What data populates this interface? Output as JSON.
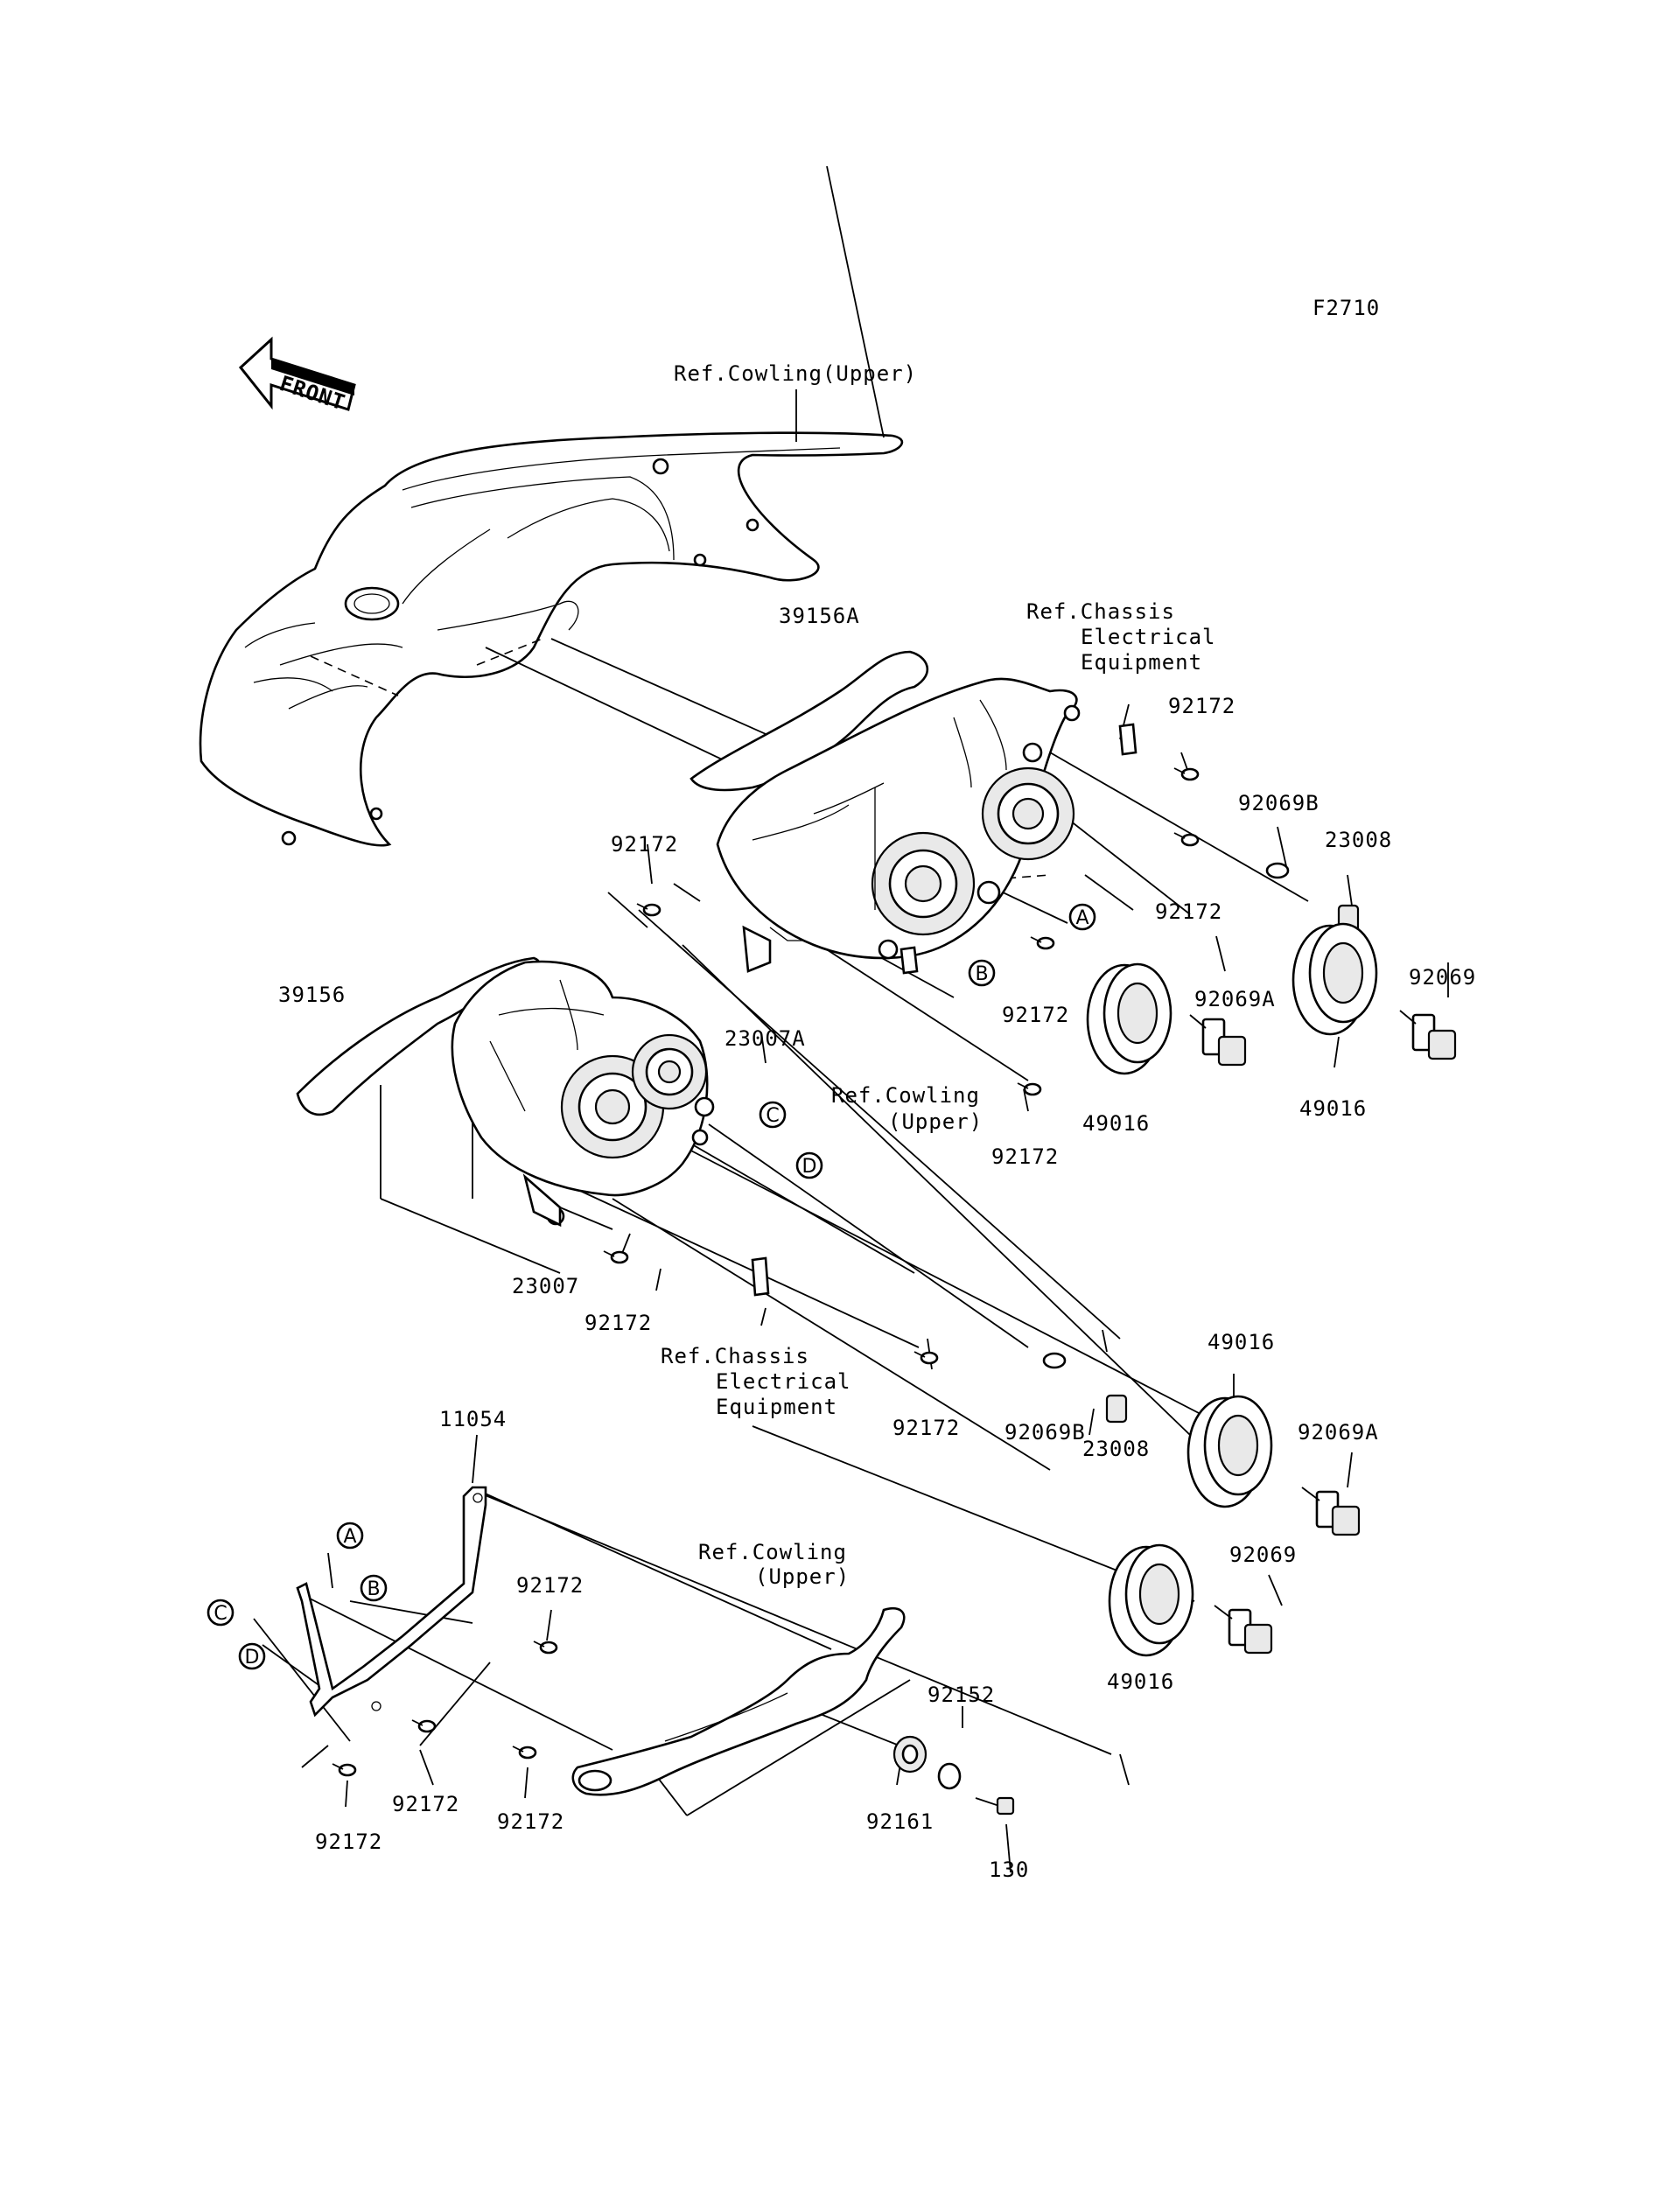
{
  "diagram_code": "F2710",
  "front_label": "FRONT",
  "labels": {
    "ref_cowling_upper_top": "Ref.Cowling(Upper)",
    "p39156A": "39156A",
    "ref_chassis_line1": "Ref.Chassis",
    "ref_chassis_line2": "Electrical",
    "ref_chassis_line3": "Equipment",
    "p92172_a": "92172",
    "p92069B_a": "92069B",
    "p23008_a": "23008",
    "p92172_b": "92172",
    "p92172_c": "92172",
    "p92172_d": "92172",
    "p92069A_a": "92069A",
    "p92069_a": "92069",
    "p49016_a": "49016",
    "p49016_b": "49016",
    "p23007A": "23007A",
    "ref_cowling_mid_1": "Ref.Cowling",
    "ref_cowling_mid_2": "(Upper)",
    "p92172_e": "92172",
    "p39156": "39156",
    "p23007": "23007",
    "p92172_f": "92172",
    "ref_chassis2_line1": "Ref.Chassis",
    "ref_chassis2_line2": "Electrical",
    "ref_chassis2_line3": "Equipment",
    "p92172_g": "92172",
    "p92069B_b": "92069B",
    "p23008_b": "23008",
    "p49016_c": "49016",
    "p92069A_b": "92069A",
    "p92069_b": "92069",
    "p49016_d": "49016",
    "p11054": "11054",
    "p92172_h": "92172",
    "ref_cowling_low_1": "Ref.Cowling",
    "ref_cowling_low_2": "(Upper)",
    "p92152": "92152",
    "p92161": "92161",
    "p130": "130",
    "p92172_i": "92172",
    "p92172_j": "92172",
    "p92172_k": "92172"
  },
  "markers": {
    "A": "A",
    "B": "B",
    "C": "C",
    "D": "D"
  }
}
